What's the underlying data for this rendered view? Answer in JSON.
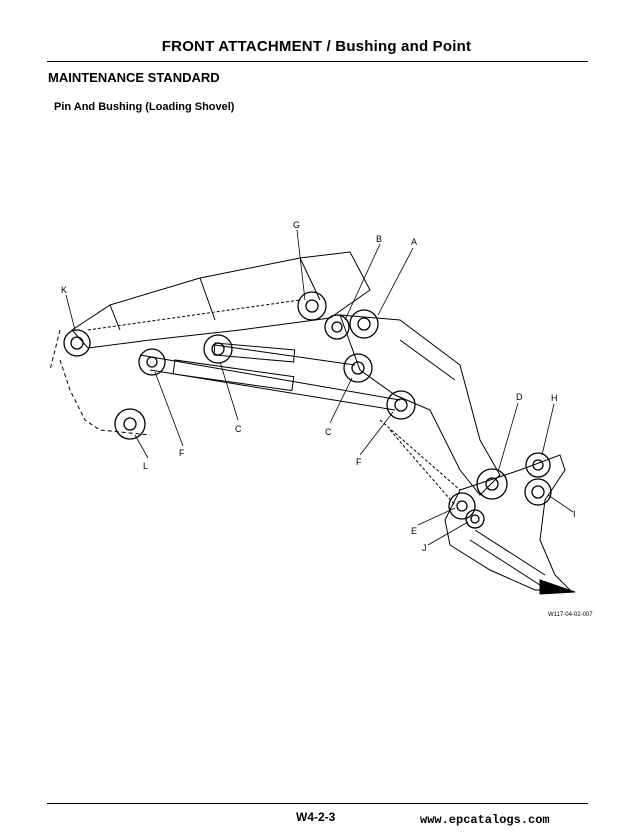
{
  "header": {
    "title": "FRONT ATTACHMENT / Bushing and Point",
    "section": "MAINTENANCE STANDARD",
    "subtitle": "Pin And Bushing (Loading Shovel)"
  },
  "figure": {
    "code": "W117-04-02-007",
    "callouts": [
      "A",
      "B",
      "C",
      "C",
      "D",
      "E",
      "F",
      "F",
      "G",
      "H",
      "I",
      "J",
      "K",
      "L"
    ]
  },
  "footer": {
    "page_number": "W4-2-3",
    "watermark": "www.epcatalogs.com"
  }
}
